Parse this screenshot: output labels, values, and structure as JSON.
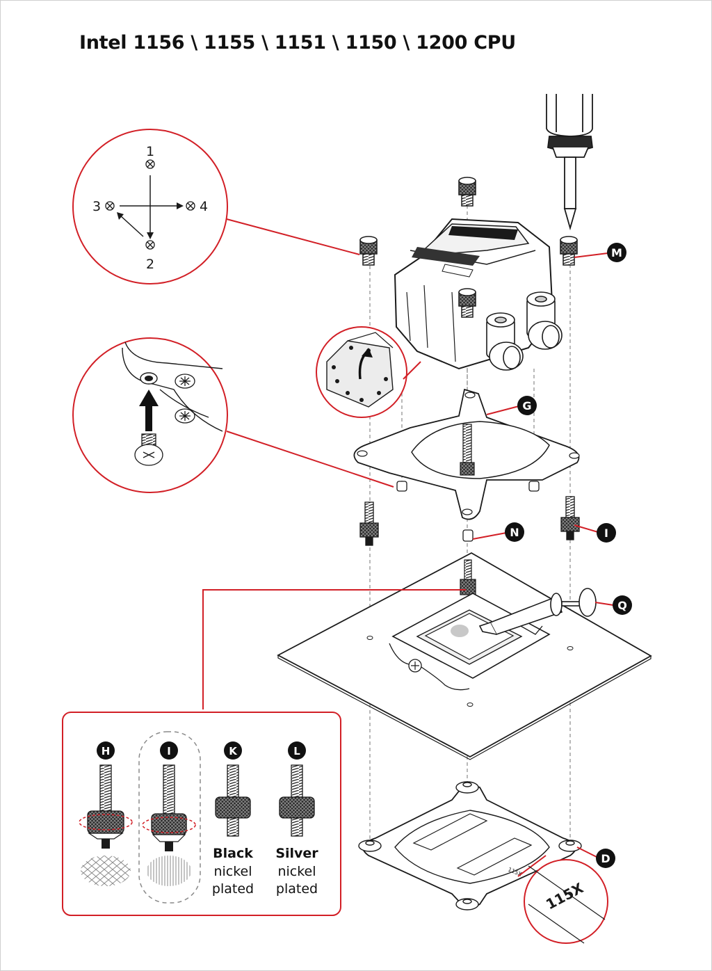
{
  "title": "Intel 1156 \\ 1155 \\ 1151 \\ 1150 \\ 1200 CPU",
  "colors": {
    "callout": "#d21f26",
    "ink": "#1a1a1a",
    "badge": "#111111",
    "dash": "#8a8a8a"
  },
  "screw_order": {
    "n1": "1",
    "n2": "2",
    "n3": "3",
    "n4": "4"
  },
  "callouts": {
    "m": "M",
    "g": "G",
    "n": "N",
    "i": "I",
    "q": "Q",
    "d": "D"
  },
  "backplate_marking": {
    "small": "115X",
    "magnified": "115X"
  },
  "legend": {
    "h": {
      "badge": "H"
    },
    "i": {
      "badge": "I"
    },
    "k": {
      "badge": "K",
      "line1": "Black",
      "line2": "nickel",
      "line3": "plated"
    },
    "l": {
      "badge": "L",
      "line1": "Silver",
      "line2": "nickel",
      "line3": "plated"
    }
  }
}
